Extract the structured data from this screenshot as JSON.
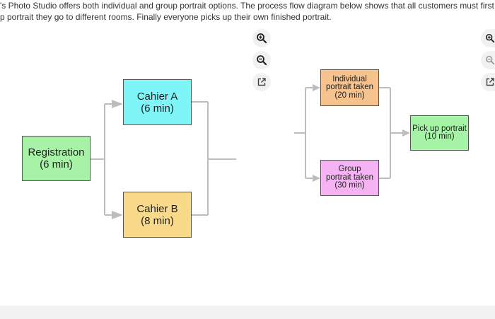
{
  "intro": {
    "line1": "'s Photo Studio offers both individual and group portrait options. The process flow diagram below shows that all customers must first reg",
    "line2": "p portrait they go to different rooms. Finally everyone picks up their own finished portrait."
  },
  "diagram_left": {
    "registration": {
      "line1": "Registration",
      "line2": "(6 min)"
    },
    "cashier_a": {
      "line1": "Cahier A",
      "line2": "(6 min)"
    },
    "cashier_b": {
      "line1": "Cahier B",
      "line2": "(8 min)"
    }
  },
  "diagram_right": {
    "individual": {
      "line1": "Individual",
      "line2": "portrait taken",
      "line3": "(20 min)"
    },
    "group": {
      "line1": "Group",
      "line2": "portrait taken",
      "line3": "(30 min)"
    },
    "pickup": {
      "line1": "Pick up portrait",
      "line2": "(10 min)"
    }
  },
  "colors": {
    "registration": "#a6f2a6",
    "cashier_a": "#80f5f7",
    "cashier_b": "#f9d98a",
    "individual": "#f6c28d",
    "group": "#f6b3f4",
    "pickup": "#a6f2a6",
    "connector": "#bdbdbd"
  },
  "icons": [
    "zoom-in-icon",
    "zoom-out-icon",
    "open-external-icon"
  ]
}
